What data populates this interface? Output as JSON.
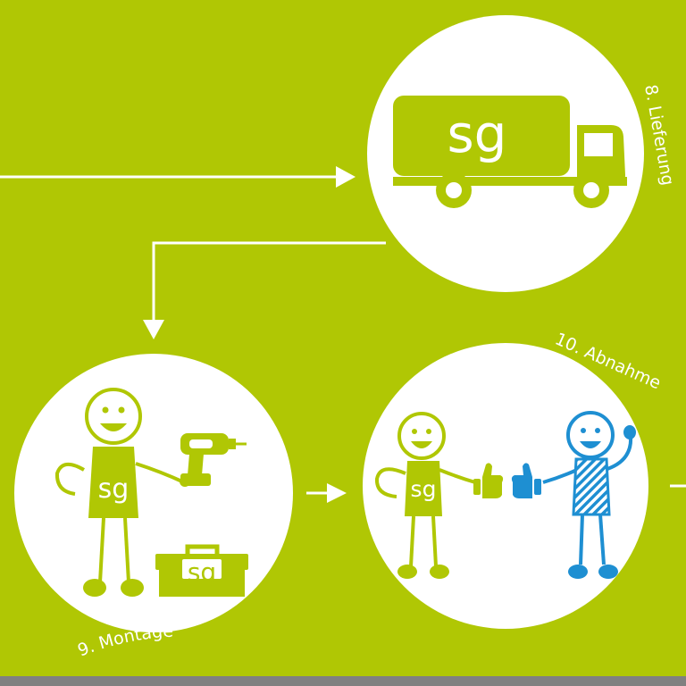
{
  "colors": {
    "background": "#b0c704",
    "circle": "#ffffff",
    "accent_green": "#b0c704",
    "accent_blue": "#1e8fd2",
    "bottom_bar": "#808080"
  },
  "logo_text": "sg",
  "steps": [
    {
      "label": "8. Lieferung",
      "icon": "truck-icon"
    },
    {
      "label": "9. Montage",
      "icon": "worker-with-drill-and-toolbox-icon"
    },
    {
      "label": "10. Abnahme",
      "icon": "handshake-thumbs-up-icon"
    }
  ]
}
